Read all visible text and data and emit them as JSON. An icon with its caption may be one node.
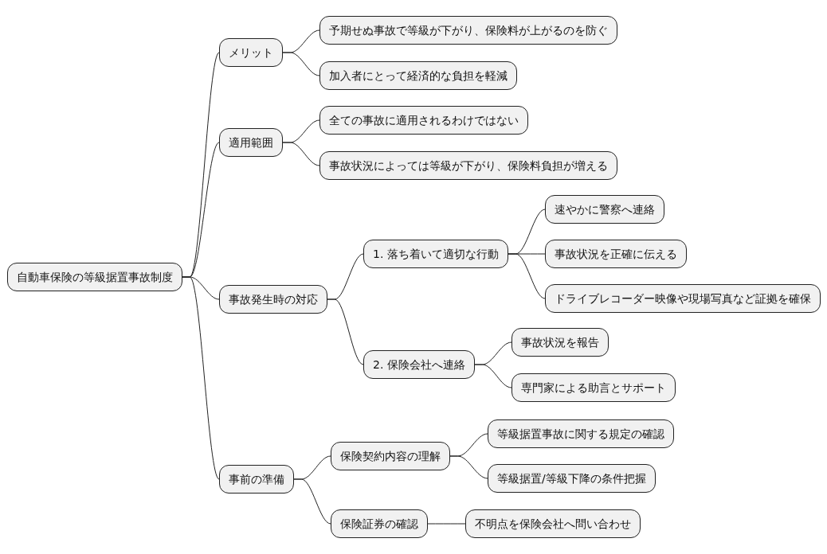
{
  "diagram": {
    "nodes": [
      {
        "text": [
          "自動車保険の等級据置事故制度"
        ]
      },
      {
        "text": [
          "メリット"
        ]
      },
      {
        "text": [
          "予期せぬ事故で等級が下がり、保険料が上がるのを防ぐ"
        ]
      },
      {
        "text": [
          "加入者にとって経済的な負担を軽減"
        ]
      },
      {
        "text": [
          "適用範囲"
        ]
      },
      {
        "text": [
          "全ての事故に適用されるわけではない"
        ]
      },
      {
        "text": [
          "事故状況によっては等級が下がり、保険料負担が増える"
        ]
      },
      {
        "text": [
          "事故発生時の対応"
        ]
      },
      {
        "text": [
          "1. 落ち着いて適切な行動"
        ]
      },
      {
        "text": [
          "速やかに警察へ連絡"
        ]
      },
      {
        "text": [
          "事故状況を正確に伝える"
        ]
      },
      {
        "text": [
          "ドライブレコーダー映像や現場写真など証拠を確保"
        ]
      },
      {
        "text": [
          "2. 保険会社へ連絡"
        ]
      },
      {
        "text": [
          "事故状況を報告"
        ]
      },
      {
        "text": [
          "専門家による助言とサポート"
        ]
      },
      {
        "text": [
          "事前の準備"
        ]
      },
      {
        "text": [
          "保険契約内容の理解"
        ]
      },
      {
        "text": [
          "等級据置事故に関する規定の確認"
        ]
      },
      {
        "text": [
          "等級据置/等級下降の条件把握"
        ]
      },
      {
        "text": [
          "保険証券の確認"
        ]
      },
      {
        "text": [
          "不明点を保険会社へ問い合わせ"
        ]
      }
    ],
    "edges": [
      {
        "from": 0,
        "to": 1,
        "arrow": "none"
      },
      {
        "from": 1,
        "to": 2,
        "arrow": "none"
      },
      {
        "from": 1,
        "to": 3,
        "arrow": "none"
      },
      {
        "from": 0,
        "to": 4,
        "arrow": "none"
      },
      {
        "from": 4,
        "to": 5,
        "arrow": "none"
      },
      {
        "from": 4,
        "to": 6,
        "arrow": "none"
      },
      {
        "from": 0,
        "to": 7,
        "arrow": "none"
      },
      {
        "from": 7,
        "to": 8,
        "arrow": "none"
      },
      {
        "from": 8,
        "to": 9,
        "arrow": "none"
      },
      {
        "from": 8,
        "to": 10,
        "arrow": "none"
      },
      {
        "from": 8,
        "to": 11,
        "arrow": "none"
      },
      {
        "from": 7,
        "to": 12,
        "arrow": "none"
      },
      {
        "from": 12,
        "to": 13,
        "arrow": "none"
      },
      {
        "from": 12,
        "to": 14,
        "arrow": "none"
      },
      {
        "from": 0,
        "to": 15,
        "arrow": "none"
      },
      {
        "from": 15,
        "to": 16,
        "arrow": "none"
      },
      {
        "from": 16,
        "to": 17,
        "arrow": "none"
      },
      {
        "from": 16,
        "to": 18,
        "arrow": "none"
      },
      {
        "from": 15,
        "to": 19,
        "arrow": "none"
      },
      {
        "from": 19,
        "to": 20,
        "arrow": "none"
      }
    ]
  }
}
